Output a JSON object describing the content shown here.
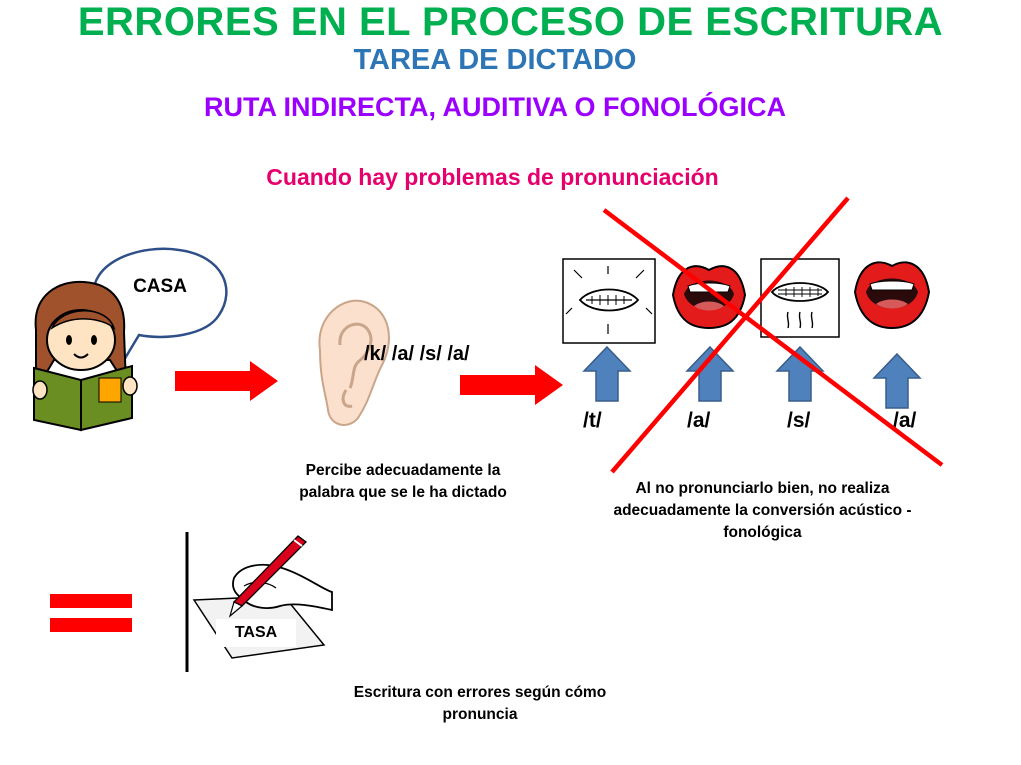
{
  "title": "ERRORES EN EL PROCESO DE ESCRITURA",
  "subtitle": "TAREA DE DICTADO",
  "route": "RUTA INDIRECTA, AUDITIVA O FONOLÓGICA",
  "condition": "Cuando hay problemas de pronunciación",
  "dictation": {
    "word": "CASA",
    "phonemes": "/k/ /a/ /s/ /a/"
  },
  "perception_caption": {
    "line1": "Percibe adecuadamente la",
    "line2": "palabra que se le ha dictado"
  },
  "articulation": {
    "phonemes": [
      "/t/",
      "/a/",
      "/s/",
      "/a/"
    ],
    "caption": {
      "line1": "Al no pronunciarlo bien, no realiza",
      "line2": "adecuadamente la conversión acústico -",
      "line3": "fonológica"
    }
  },
  "writing": {
    "written_word": "TASA",
    "caption": {
      "line1": "Escritura con errores según cómo",
      "line2": "pronuncia"
    }
  },
  "colors": {
    "title": "#00b050",
    "subtitle": "#2e75b6",
    "route": "#9b00ff",
    "condition": "#e6006e",
    "arrow": "#ff0000",
    "up_arrow": "#4f81bd",
    "cross": "#ff0000"
  },
  "icons": [
    "child-reading-icon",
    "speech-bubble-icon",
    "ear-icon",
    "mouth-icon",
    "up-arrow-icon",
    "pen-writing-icon",
    "equals-sign-icon"
  ]
}
